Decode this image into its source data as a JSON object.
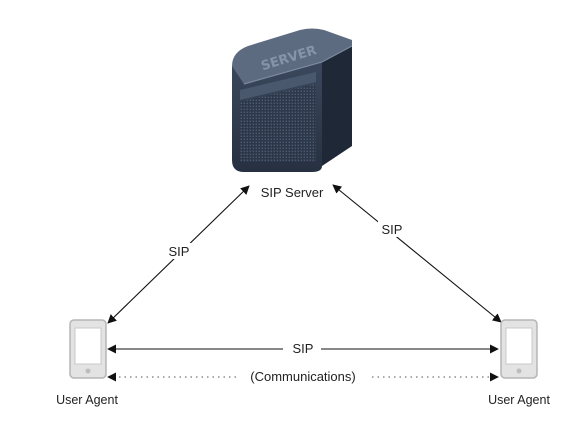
{
  "server": {
    "label": "SIP Server",
    "icon": "server-icon",
    "icon_text": "SERVER"
  },
  "agents": [
    {
      "label": "User Agent",
      "icon": "phone-icon"
    },
    {
      "label": "User Agent",
      "icon": "phone-icon"
    }
  ],
  "links": {
    "left": "SIP",
    "right": "SIP",
    "signaling": "SIP",
    "media": "(Communications)"
  },
  "colors": {
    "line": "#111111",
    "dotted": "#555555",
    "server_top": "#5d6b80",
    "server_front": "#2f3b4e",
    "server_side": "#1f2836",
    "phone_fill": "#e3e3e3",
    "phone_stroke": "#b5b5b5"
  }
}
